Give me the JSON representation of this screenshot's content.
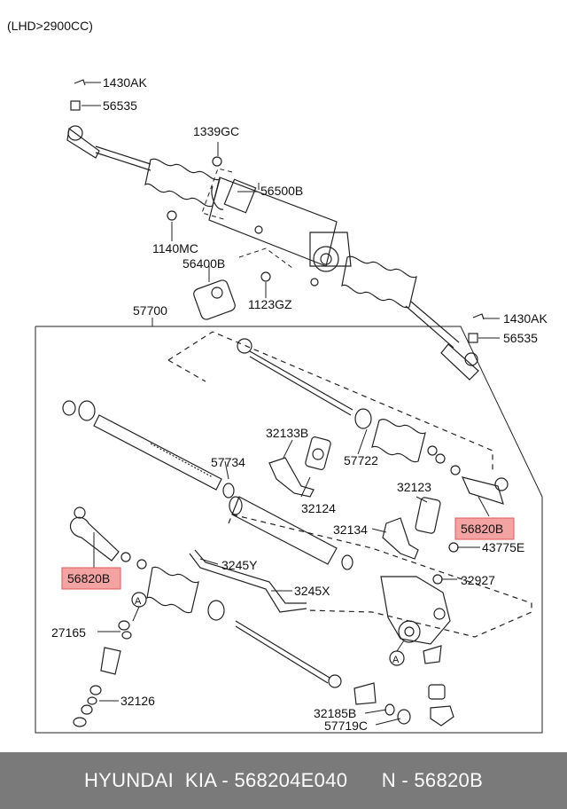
{
  "diagram": {
    "header_note": "(LHD>2900CC)",
    "labels": {
      "l1430ak_top": "1430AK",
      "l56535_top": "56535",
      "l1339gc": "1339GC",
      "l56500b": "56500B",
      "l1140mc": "1140MC",
      "l56400b": "56400B",
      "l1123gz": "1123GZ",
      "l57700": "57700",
      "l1430ak_right": "1430AK",
      "l56535_right": "56535",
      "l32133b": "32133B",
      "l57734": "57734",
      "l57722": "57722",
      "l32124": "32124",
      "l32123": "32123",
      "l32134": "32134",
      "l56820b_right": "56820B",
      "l43775e": "43775E",
      "l3245y": "3245Y",
      "l32927": "32927",
      "l56820b_left": "56820B",
      "l3245x": "3245X",
      "l27165": "27165",
      "l32126": "32126",
      "l32185b": "32185B",
      "l57719c": "57719C",
      "callout_a1": "A",
      "callout_a2": "A"
    },
    "highlight_color": "#f4a3a3"
  },
  "footer": {
    "brand": "HYUNDAI  KIA - 568204E040",
    "part_no": "N - 56820B"
  }
}
